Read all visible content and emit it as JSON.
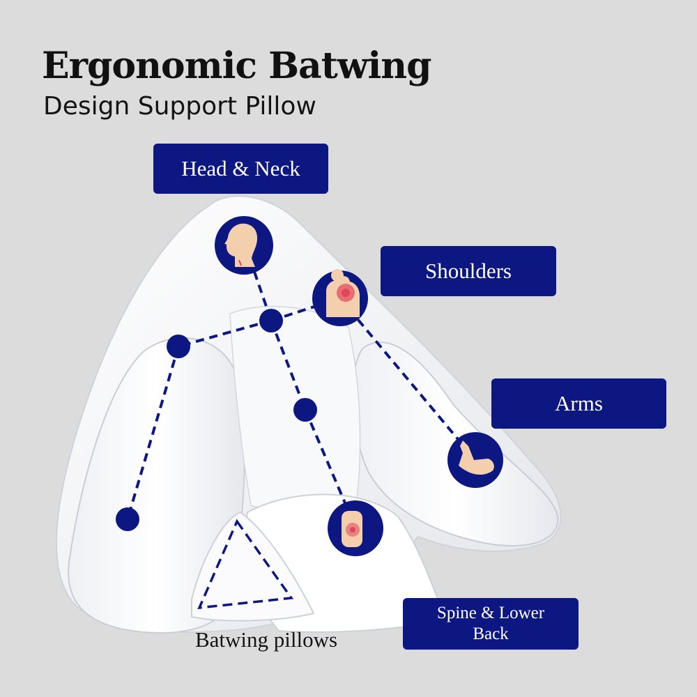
{
  "title": "Ergonomic Batwing",
  "subtitle": "Design Support Pillow",
  "labels": {
    "head_neck": "Head & Neck",
    "shoulders": "Shoulders",
    "arms": "Arms",
    "spine_lower_back": "Spine & Lower Back"
  },
  "caption": "Batwing pillows",
  "colors": {
    "background": "#dcdcdc",
    "accent_navy": "#0c1781",
    "pillow_white": "#f4f5f8",
    "skin": "#f4cfae",
    "pain_red": "#e0465a"
  },
  "icons": [
    "head-neck-icon",
    "shoulder-pain-icon",
    "arm-icon",
    "lower-back-icon",
    "dot-node-icon"
  ]
}
